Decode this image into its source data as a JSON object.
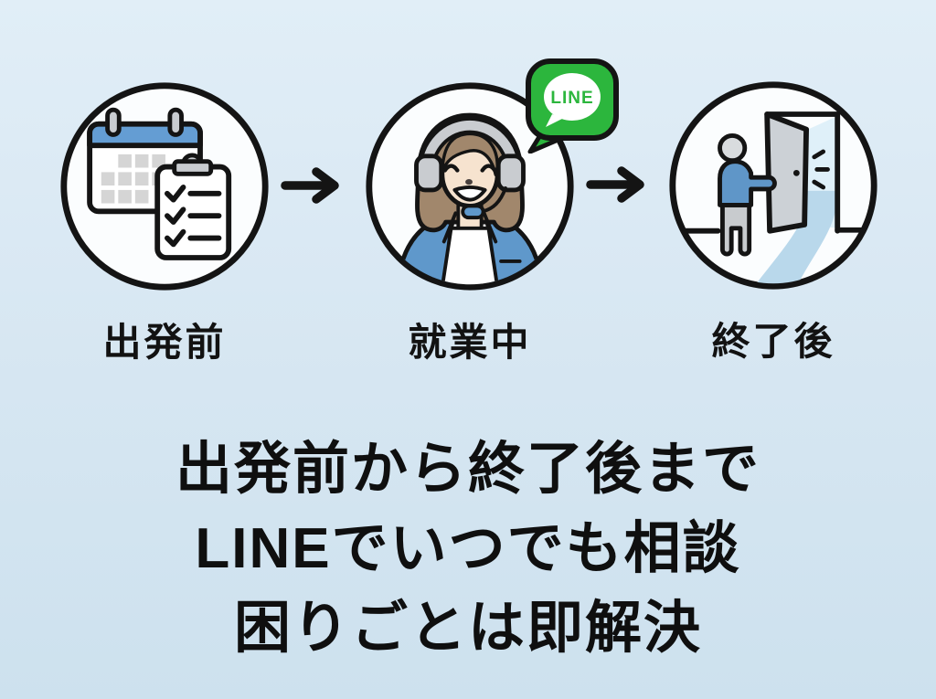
{
  "steps": [
    {
      "label": "出発前",
      "icon": "calendar-checklist-icon"
    },
    {
      "label": "就業中",
      "icon": "support-agent-icon"
    },
    {
      "label": "終了後",
      "icon": "door-exit-icon"
    }
  ],
  "line_badge": {
    "text": "LINE"
  },
  "headline": {
    "lines": [
      "出発前から終了後まで",
      "LINEでいつでも相談",
      "困りごとは即解決"
    ]
  },
  "colors": {
    "background_top": "#e1eef7",
    "background_bottom": "#cde1ee",
    "outline_black": "#141414",
    "circle_fill": "#fbfdfe",
    "accent_blue": "#5f98cb",
    "calendar_header_blue": "#649dd3",
    "gray_light": "#c9ccd0",
    "square_gray": "#d5d5d5",
    "skin": "#f6e3cf",
    "hair_brown": "#a1876c",
    "path_blue": "#b9d8eb",
    "doorway_blue": "#dff0f9",
    "door_gray": "#ccd1d6",
    "line_green": "#2cb63d",
    "text_black": "#0f0f0f"
  }
}
